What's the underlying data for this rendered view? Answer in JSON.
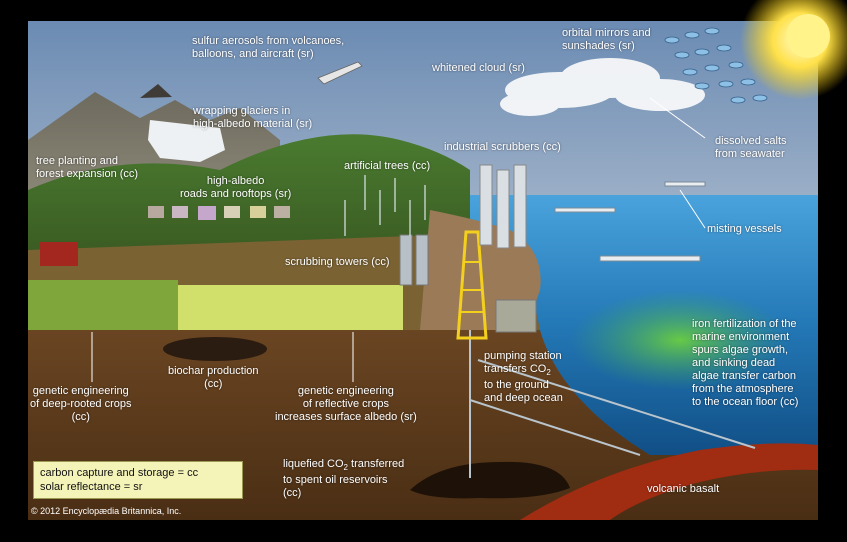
{
  "labels": {
    "sulfur_aerosols": "sulfur aerosols from volcanoes,\nballoons, and aircraft (sr)",
    "orbital_mirrors": "orbital mirrors and\nsunshades (sr)",
    "whitened_cloud": "whitened cloud (sr)",
    "wrapping_glaciers": "wrapping glaciers in\nhigh-albedo material (sr)",
    "dissolved_salts": "dissolved salts\nfrom seawater",
    "tree_planting": "tree planting and\nforest expansion (cc)",
    "industrial_scrubbers": "industrial scrubbers (cc)",
    "high_albedo_roads": "high-albedo\nroads and rooftops (sr)",
    "artificial_trees": "artificial trees (cc)",
    "misting_vessels": "misting vessels",
    "scrubbing_towers": "scrubbing towers (cc)",
    "iron_fertilization": "iron fertilization of the\nmarine environment\nspurs algae growth,\nand sinking dead\nalgae transfer carbon\nfrom the atmosphere\nto the ocean floor (cc)",
    "pumping_station_pre": "pumping station\ntransfers CO",
    "pumping_station_sub": "2",
    "pumping_station_post": "\nto the ground\nand deep ocean",
    "biochar": "biochar production\n(cc)",
    "deep_rooted_crops": "genetic engineering\nof deep-rooted crops\n(cc)",
    "reflective_crops": "genetic engineering\nof reflective crops\nincreases surface albedo (sr)",
    "liquefied_pre": "liquefied CO",
    "liquefied_sub": "2",
    "liquefied_post": " transferred\nto spent oil reservoirs\n(cc)",
    "volcanic_basalt": "volcanic basalt"
  },
  "legend": {
    "cc": "carbon capture and storage = cc",
    "sr": "solar reflectance = sr"
  },
  "copyright": "© 2012 Encyclopædia Britannica, Inc.",
  "colors": {
    "sky_top": "#6f8fb4",
    "sky_bottom": "#d3dae4",
    "ocean": "#2e86c1",
    "soil": "#5a3a1c",
    "basalt": "#9a2a10",
    "legend_bg": "#f4f3b8"
  }
}
